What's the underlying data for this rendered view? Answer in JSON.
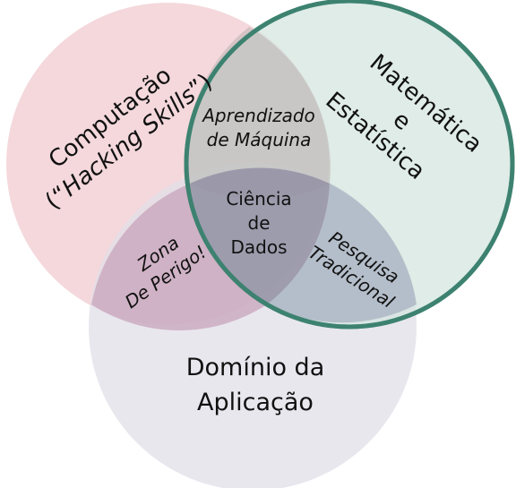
{
  "diagram": {
    "type": "venn",
    "sets": {
      "computing": {
        "line1": "Computação",
        "line2_open": "(“",
        "line2_em": "Hacking Skills",
        "line2_close": "”)",
        "fill": "#f3d6da"
      },
      "math": {
        "line1": "Matemática",
        "line2": "e",
        "line3": "Estatística",
        "fill": "#d3e5df",
        "stroke": "#3d8270"
      },
      "domain": {
        "line1": "Domínio da",
        "line2": "Aplicação",
        "fill": "#e1dfe8"
      }
    },
    "intersections": {
      "machine_learning": {
        "line1": "Aprendizado",
        "line2": "de Máquina"
      },
      "danger_zone": {
        "line1": "Zona",
        "line2": "De Perigo!"
      },
      "traditional_research": {
        "line1": "Pesquisa",
        "line2": "Tradicional"
      },
      "data_science": {
        "line1": "Ciência",
        "line2": "de",
        "line3": "Dados"
      }
    }
  }
}
